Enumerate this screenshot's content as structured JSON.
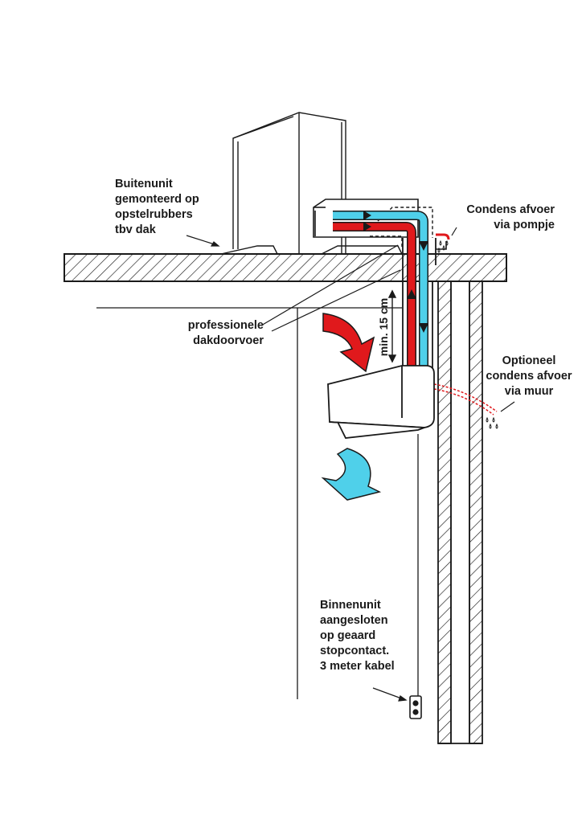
{
  "labels": {
    "outdoor_unit": [
      "Buitenunit",
      "gemonteerd op",
      "opstelrubbers",
      "tbv dak"
    ],
    "condensate_pump": [
      "Condens afvoer",
      "via pompje"
    ],
    "roof_duct": [
      "professionele",
      "dakdoorvoer"
    ],
    "min_distance": "min. 15 cm",
    "optional_condensate": [
      "Optioneel",
      "condens afvoer",
      "via muur"
    ],
    "indoor_unit": [
      "Binnenunit",
      "aangesloten",
      "op geaard",
      "stopcontact.",
      "3 meter kabel"
    ]
  },
  "colors": {
    "line": "#1a1a1a",
    "hot_pipe": "#e0191c",
    "cold_pipe": "#4fd0ea",
    "warm_air": "#e0191c",
    "cool_air": "#4fd0ea",
    "hatch": "#1a1a1a"
  },
  "icons": [
    "red-warm-air-arrow",
    "blue-cool-air-arrow",
    "water-drops-icon",
    "socket-icon"
  ]
}
